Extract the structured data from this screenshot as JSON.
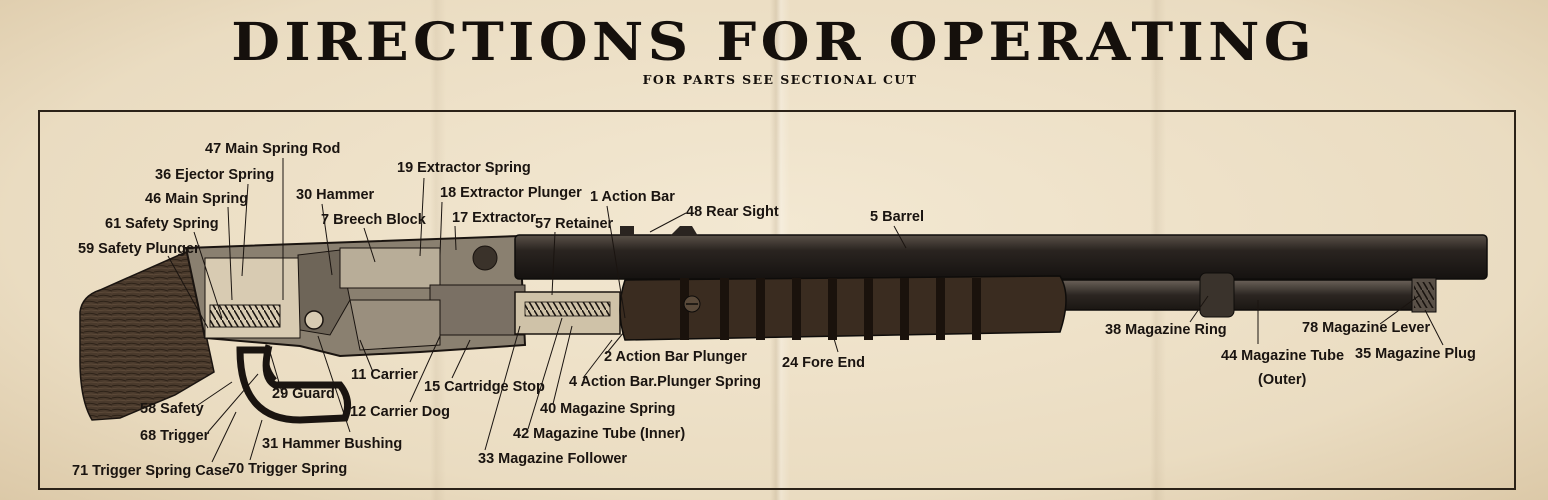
{
  "title": "DIRECTIONS FOR OPERATING",
  "subtitle": "FOR PARTS SEE SECTIONAL CUT",
  "parts": [
    {
      "num": "47",
      "name": "Main Spring Rod"
    },
    {
      "num": "36",
      "name": "Ejector Spring"
    },
    {
      "num": "46",
      "name": "Main Spring"
    },
    {
      "num": "61",
      "name": "Safety Spring"
    },
    {
      "num": "59",
      "name": "Safety Plunger"
    },
    {
      "num": "30",
      "name": "Hammer"
    },
    {
      "num": "7",
      "name": "Breech Block"
    },
    {
      "num": "19",
      "name": "Extractor Spring"
    },
    {
      "num": "18",
      "name": "Extractor Plunger"
    },
    {
      "num": "17",
      "name": "Extractor"
    },
    {
      "num": "57",
      "name": "Retainer"
    },
    {
      "num": "1",
      "name": "Action Bar"
    },
    {
      "num": "48",
      "name": "Rear Sight"
    },
    {
      "num": "5",
      "name": "Barrel"
    },
    {
      "num": "38",
      "name": "Magazine Ring"
    },
    {
      "num": "78",
      "name": "Magazine Lever"
    },
    {
      "num": "44",
      "name": "Magazine Tube"
    },
    {
      "num": "35",
      "name": "Magazine Plug"
    },
    {
      "num": "24",
      "name": "Fore End"
    },
    {
      "num": "2",
      "name": "Action Bar Plunger"
    },
    {
      "num": "4",
      "name": "Action Bar.Plunger Spring"
    },
    {
      "num": "40",
      "name": "Magazine Spring"
    },
    {
      "num": "42",
      "name": "Magazine Tube (Inner)"
    },
    {
      "num": "33",
      "name": "Magazine Follower"
    },
    {
      "num": "15",
      "name": "Cartridge Stop"
    },
    {
      "num": "12",
      "name": "Carrier Dog"
    },
    {
      "num": "11",
      "name": "Carrier"
    },
    {
      "num": "31",
      "name": "Hammer Bushing"
    },
    {
      "num": "29",
      "name": "Guard"
    },
    {
      "num": "58",
      "name": "Safety"
    },
    {
      "num": "68",
      "name": "Trigger"
    },
    {
      "num": "71",
      "name": "Trigger Spring Case"
    },
    {
      "num": "70",
      "name": "Trigger Spring"
    }
  ],
  "part_44_note": "(Outer)"
}
